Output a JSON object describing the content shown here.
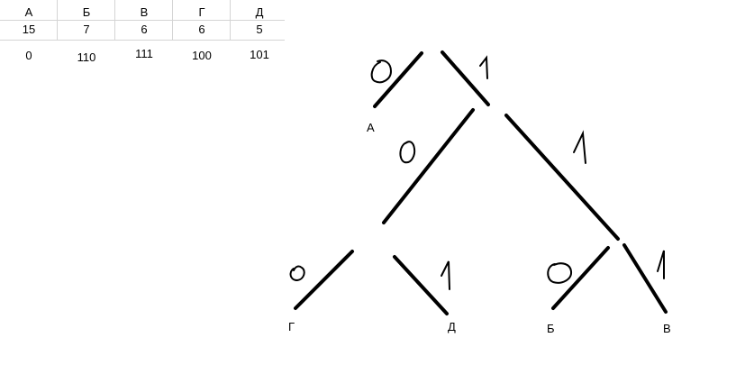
{
  "table": {
    "letters": [
      "А",
      "Б",
      "В",
      "Г",
      "Д"
    ],
    "counts": [
      "15",
      "7",
      "6",
      "6",
      "5"
    ],
    "codes": [
      "0",
      "110",
      "111",
      "100",
      "101"
    ]
  },
  "tree": {
    "leaves": {
      "a": "А",
      "g": "Г",
      "d": "Д",
      "b": "Б",
      "v": "В"
    },
    "edge_digits": {
      "root_left": "0",
      "root_right": "1",
      "mid_left": "0",
      "mid_right": "1",
      "ll_left": "0",
      "ll_right": "1",
      "rr_left": "0",
      "rr_right": "1"
    }
  }
}
